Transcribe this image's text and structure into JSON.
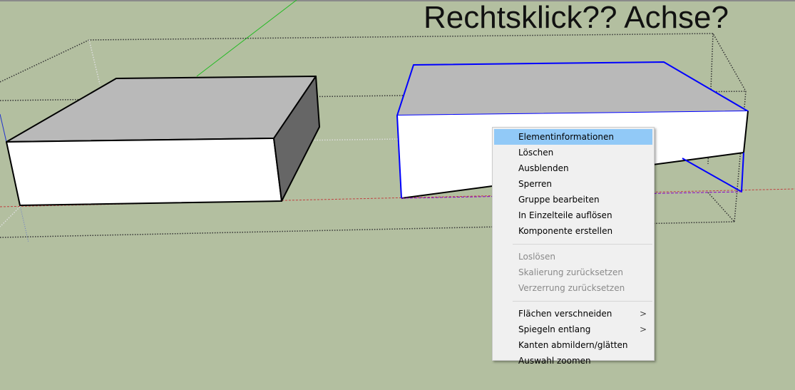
{
  "annotation": {
    "title": "Rechtsklick?? Achse?"
  },
  "context_menu": {
    "groups": [
      [
        {
          "label": "Elementinformationen",
          "enabled": true,
          "highlighted": true
        },
        {
          "label": "Löschen",
          "enabled": true
        },
        {
          "label": "Ausblenden",
          "enabled": true
        },
        {
          "label": "Sperren",
          "enabled": true
        },
        {
          "label": "Gruppe bearbeiten",
          "enabled": true
        },
        {
          "label": "In Einzelteile auflösen",
          "enabled": true
        },
        {
          "label": "Komponente erstellen",
          "enabled": true
        }
      ],
      [
        {
          "label": "Loslösen",
          "enabled": false
        },
        {
          "label": "Skalierung zurücksetzen",
          "enabled": false
        },
        {
          "label": "Verzerrung zurücksetzen",
          "enabled": false
        }
      ],
      [
        {
          "label": "Flächen verschneiden",
          "enabled": true,
          "submenu": true
        },
        {
          "label": "Spiegeln entlang",
          "enabled": true,
          "submenu": true
        },
        {
          "label": "Kanten abmildern/glätten",
          "enabled": true
        },
        {
          "label": "Auswahl zoomen",
          "enabled": true
        }
      ]
    ],
    "submenu_arrow": ">"
  },
  "colors": {
    "background": "#b3bfa0",
    "highlight": "#91c9f7",
    "selection": "#0000ff"
  }
}
